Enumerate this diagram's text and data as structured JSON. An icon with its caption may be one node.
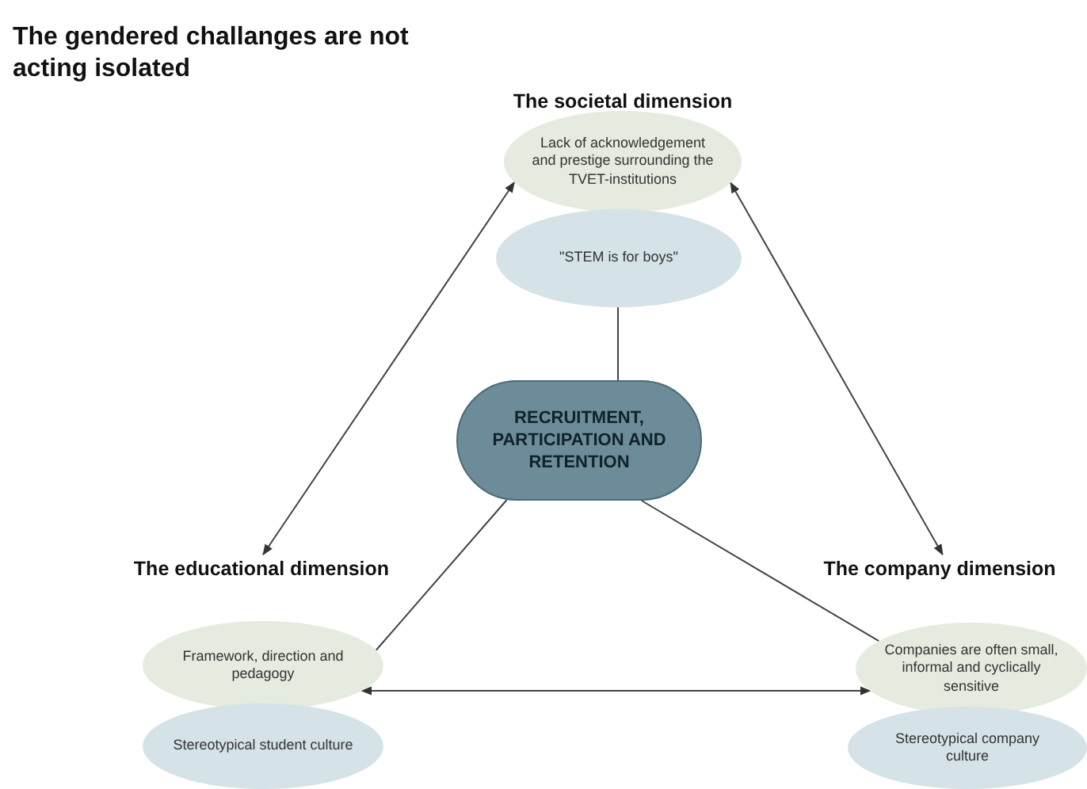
{
  "diagram": {
    "title": "The gendered challanges are not acting isolated",
    "nodes": [
      {
        "text": [
          "Lack of acknowledgement and prestige surrounding the TVET-institutions"
        ],
        "beside": [
          "The societal dimension"
        ]
      },
      {
        "text": [
          "\"STEM is for boys\""
        ]
      },
      {
        "text": [
          "RECRUITMENT, PARTICIPATION AND RETENTION"
        ]
      },
      {
        "text": [
          "The educational dimension"
        ]
      },
      {
        "text": [
          "Framework, direction and pedagogy"
        ]
      },
      {
        "text": [
          "Stereotypical student culture"
        ]
      },
      {
        "text": [
          "The company dimension"
        ]
      },
      {
        "text": [
          "Companies are often small, informal and cyclically sensitive"
        ]
      },
      {
        "text": [
          "Stereotypical company culture"
        ]
      }
    ],
    "edges": [
      {
        "from": 2,
        "to": 1,
        "arrow": "none"
      },
      {
        "from": 2,
        "to": 4,
        "arrow": "none"
      },
      {
        "from": 2,
        "to": 7,
        "arrow": "none"
      },
      {
        "from": 3,
        "to": 0,
        "arrow": "both"
      },
      {
        "from": 6,
        "to": 0,
        "arrow": "both"
      },
      {
        "from": 4,
        "to": 7,
        "arrow": "both"
      }
    ]
  }
}
